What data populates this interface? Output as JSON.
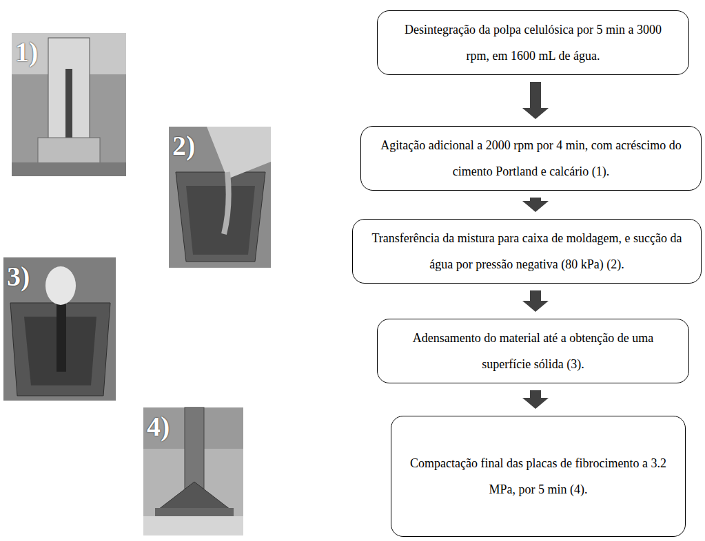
{
  "diagram": {
    "nodes": [
      {
        "text": [
          "Desintegração da polpa celulósica por 5 min a 3000 rpm, em 1600 mL de água."
        ]
      },
      {
        "text": [
          "Agitação adicional a 2000 rpm por 4 min, com acréscimo do cimento Portland e calcário (1)."
        ]
      },
      {
        "text": [
          "Transferência da mistura para caixa de moldagem, e sucção da água por pressão negativa (80 kPa) (2)."
        ]
      },
      {
        "text": [
          "Adensamento do material até a obtenção de uma superfície sólida (3)."
        ]
      },
      {
        "text": [
          "Compactação final das placas de fibrocimento a 3.2 MPa, por 5 min (4)."
        ]
      }
    ],
    "edges": [
      {
        "from": 0,
        "to": 1,
        "arrow": "to"
      },
      {
        "from": 1,
        "to": 2,
        "arrow": "to"
      },
      {
        "from": 2,
        "to": 3,
        "arrow": "to"
      },
      {
        "from": 3,
        "to": 4,
        "arrow": "to"
      }
    ],
    "labels": [
      "1)",
      "2)",
      "3)",
      "4)"
    ]
  }
}
